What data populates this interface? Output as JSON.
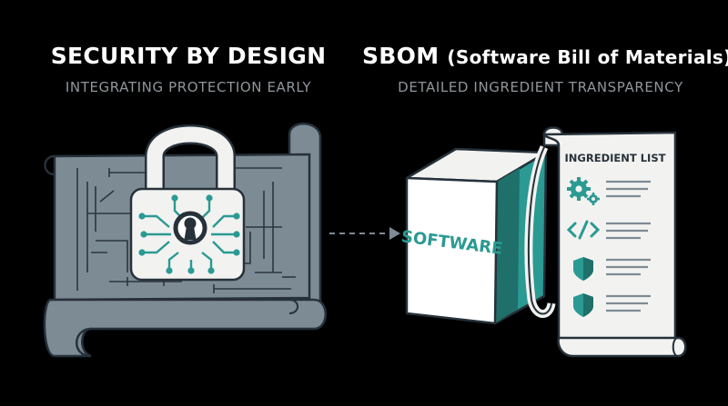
{
  "left": {
    "title": "SECURITY BY DESIGN",
    "subtitle": "INTEGRATING PROTECTION EARLY"
  },
  "right": {
    "title_main": "SBOM",
    "title_paren": "(Software Bill of Materials)",
    "subtitle": "DETAILED INGREDIENT TRANSPARENCY"
  },
  "box": {
    "label": "SOFTWARE"
  },
  "document": {
    "title": "INGREDIENT LIST",
    "items": [
      {
        "icon": "gears-icon"
      },
      {
        "icon": "code-icon"
      },
      {
        "icon": "shield-icon"
      },
      {
        "icon": "shield-icon"
      }
    ]
  },
  "colors": {
    "background": "#000000",
    "slate": "#7d8b95",
    "slate_dark": "#26313a",
    "teal": "#2a9a93",
    "paper": "#f2f2f0",
    "text_white": "#ffffff",
    "text_gray": "#8f969b"
  }
}
